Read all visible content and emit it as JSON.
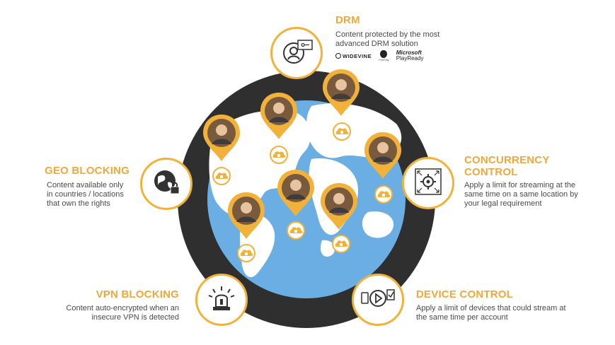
{
  "features": {
    "drm": {
      "title": "DRM",
      "desc_line1": "Content protected by the most",
      "desc_line2": "advanced DRM solution",
      "logos": {
        "widevine": "WIDEVINE",
        "fairplay": "FairPlay",
        "ms_line1": "Microsoft",
        "ms_line2": "PlayReady"
      }
    },
    "geo": {
      "title": "GEO BLOCKING",
      "desc_line1": "Content available only",
      "desc_line2": "in countries / locations",
      "desc_line3": "that own the rights"
    },
    "concurrency": {
      "title_line1": "CONCURRENCY",
      "title_line2": "CONTROL",
      "desc_line1": "Apply a limit for streaming at the",
      "desc_line2": "same time on a same location by",
      "desc_line3": "your legal requirement"
    },
    "vpn": {
      "title": "VPN BLOCKING",
      "desc_line1": "Content auto-encrypted when an",
      "desc_line2": "insecure VPN is detected"
    },
    "device": {
      "title": "DEVICE CONTROL",
      "desc_line1": "Apply a limit of devices that could stream at",
      "desc_line2": "the same time per account"
    }
  },
  "colors": {
    "accent": "#f0b23a",
    "ring": "#2f2f2f",
    "ocean": "#6aaee3",
    "land": "#ffffff",
    "text": "#4a4a4a"
  },
  "icons": {
    "drm": "user-key-icon",
    "geo": "globe-lock-icon",
    "concurrency": "gear-arrows-icon",
    "vpn": "alarm-light-icon",
    "device": "devices-play-icon",
    "pin": "location-pin-icon",
    "cloud": "cloud-lock-icon"
  }
}
